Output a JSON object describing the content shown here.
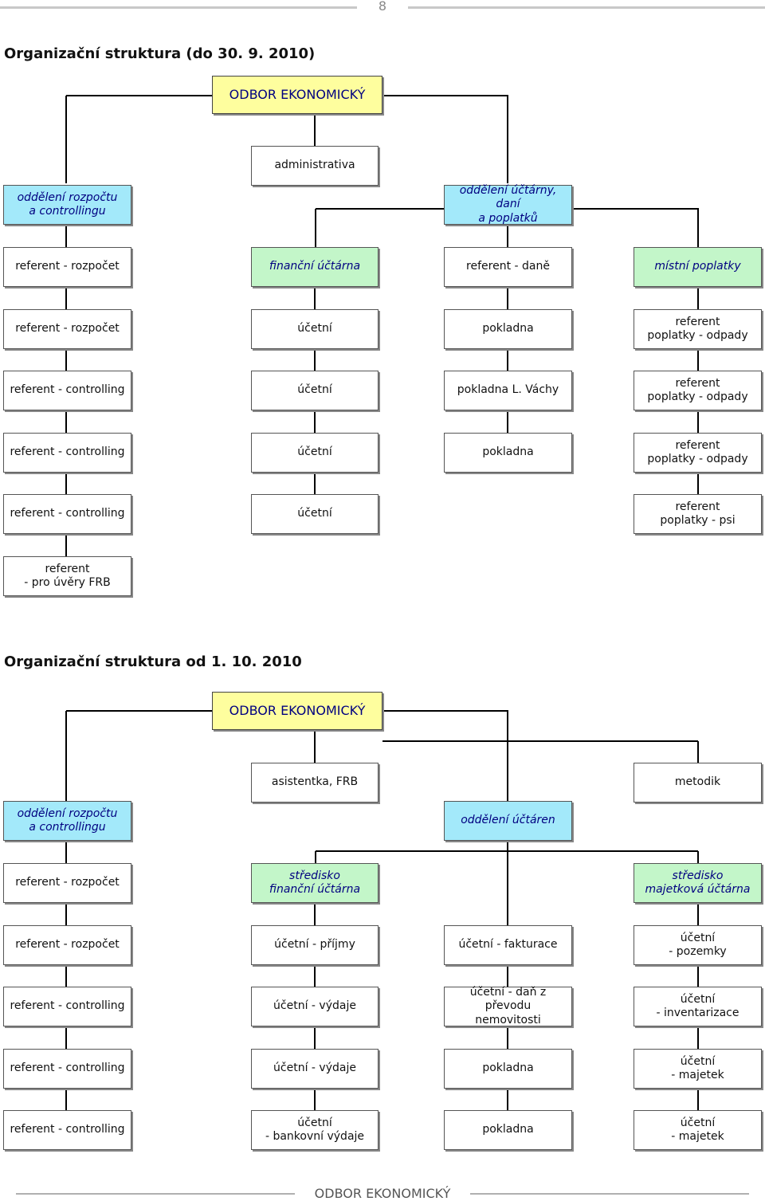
{
  "page_number": "8",
  "footer": "ODBOR EKONOMICKÝ",
  "chart1": {
    "title": "Organizační struktura (do 30. 9. 2010)",
    "head": "ODBOR EKONOMICKÝ",
    "admin": "administrativa",
    "dept_left": "oddělení rozpočtu\na controllingu",
    "dept_right": "oddělení účtárny, daní\na poplatků",
    "col1": [
      "referent - rozpočet",
      "referent - rozpočet",
      "referent - controlling",
      "referent - controlling",
      "referent - controlling",
      "referent\n- pro úvěry FRB"
    ],
    "col2": [
      "finanční účtárna",
      "účetní",
      "účetní",
      "účetní",
      "účetní"
    ],
    "col3": [
      "referent - daně",
      "pokladna",
      "pokladna L. Váchy",
      "pokladna"
    ],
    "col4": [
      "místní poplatky",
      "referent\npoplatky - odpady",
      "referent\npoplatky - odpady",
      "referent\npoplatky - odpady",
      "referent\npoplatky - psi"
    ]
  },
  "chart2": {
    "title": "Organizační struktura od 1. 10. 2010",
    "head": "ODBOR EKONOMICKÝ",
    "assistant": "asistentka, FRB",
    "methodist": "metodik",
    "dept_left": "oddělení rozpočtu\na controllingu",
    "dept_right": "oddělení účtáren",
    "col1": [
      "referent - rozpočet",
      "referent - rozpočet",
      "referent - controlling",
      "referent - controlling",
      "referent - controlling"
    ],
    "col2": [
      "středisko\nfinanční účtárna",
      "účetní - příjmy",
      "účetní - výdaje",
      "účetní - výdaje",
      "účetní\n- bankovní výdaje"
    ],
    "col3": [
      "účetní - fakturace",
      "účetní - daň z převodu\nnemovitosti",
      "pokladna",
      "pokladna"
    ],
    "col4": [
      "středisko\nmajetková účtárna",
      "účetní\n- pozemky",
      "účetní\n- inventarizace",
      "účetní\n- majetek",
      "účetní\n- majetek"
    ]
  }
}
